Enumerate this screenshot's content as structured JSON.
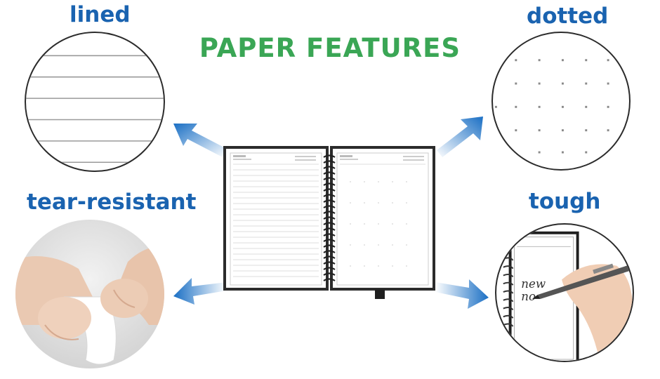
{
  "title": "PAPER FEATURES",
  "features": [
    {
      "id": "lined",
      "label": "lined"
    },
    {
      "id": "dotted",
      "label": "dotted"
    },
    {
      "id": "tear-resistant",
      "label": "tear-resistant"
    },
    {
      "id": "tough",
      "label": "tough"
    }
  ],
  "handwriting": [
    "new",
    "no"
  ],
  "colors": {
    "title": "#3aa655",
    "label": "#1a63b0",
    "arrow": "#1a6fc4",
    "outline": "#2b2b2b",
    "rule": "#9a9a9a"
  },
  "icons": [
    "arrow-up-left-icon",
    "arrow-up-right-icon",
    "arrow-left-icon",
    "arrow-down-right-icon",
    "spiral-binding-icon",
    "pen-icon",
    "hand-icon"
  ]
}
